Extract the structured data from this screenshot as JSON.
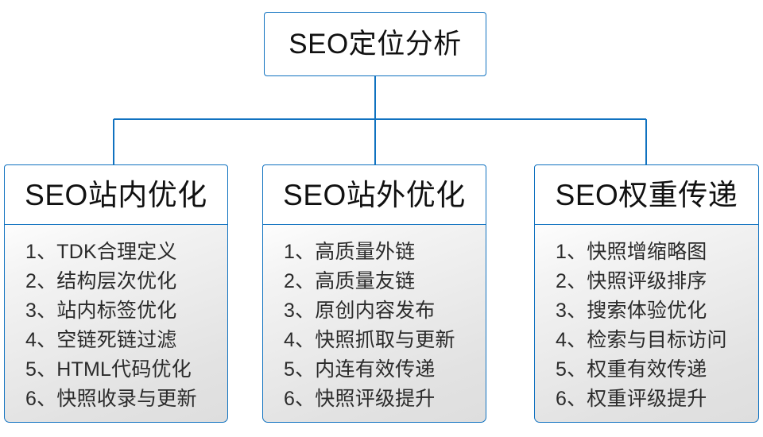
{
  "diagram": {
    "type": "hierarchy-tree",
    "root": {
      "label": "SEO定位分析"
    },
    "colors": {
      "border": "#1072c0",
      "connector": "#1072c0",
      "header_background": "#ffffff",
      "body_background_top": "#fdfdfd",
      "body_background_bottom": "#dedede",
      "text": "#111111",
      "item_text": "#2b2b2b"
    },
    "branches": [
      {
        "title": "SEO站内优化",
        "items": [
          "1、TDK合理定义",
          "2、结构层次优化",
          "3、站内标签优化",
          "4、空链死链过滤",
          "5、HTML代码优化",
          "6、快照收录与更新"
        ]
      },
      {
        "title": "SEO站外优化",
        "items": [
          "1、高质量外链",
          "2、高质量友链",
          "3、原创内容发布",
          "4、快照抓取与更新",
          "5、内连有效传递",
          "6、快照评级提升"
        ]
      },
      {
        "title": "SEO权重传递",
        "items": [
          "1、快照增缩略图",
          "2、快照评级排序",
          "3、搜索体验优化",
          "4、检索与目标访问",
          "5、权重有效传递",
          "6、权重评级提升"
        ]
      }
    ]
  }
}
